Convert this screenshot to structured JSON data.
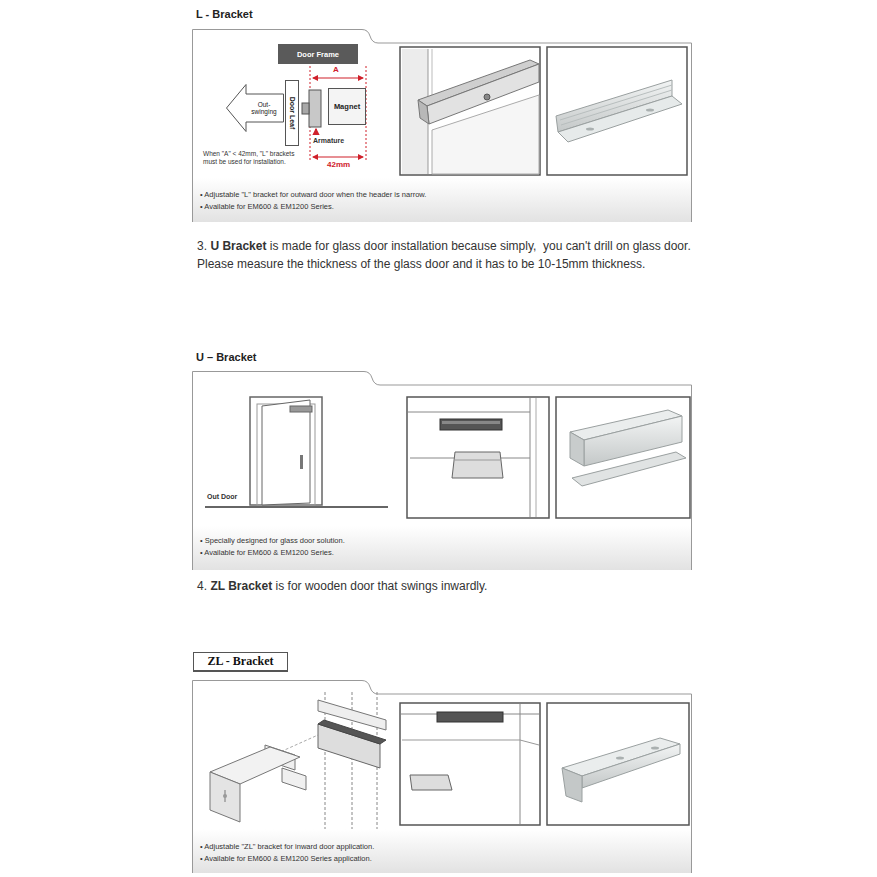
{
  "diagram": {
    "nodes": [
      {
        "text": [
          "L - Bracket",
          "• Adjustable \"L\" bracket for outward door when the header is narrow.",
          "• Available for EM600 & EM1200 Series."
        ]
      },
      {
        "text": [
          "Door Frame"
        ],
        "in": 0
      },
      {
        "text": [
          "Out- swinging"
        ],
        "in": 0
      },
      {
        "text": [
          "Door Leaf"
        ],
        "in": 0
      },
      {
        "text": [
          "Magnet"
        ],
        "in": 0
      },
      {
        "text": [
          "U – Bracket",
          "• Specially designed for glass door solution.",
          "• Available for EM600 & EM1200 Series."
        ]
      },
      {
        "text": [
          "ZL - Bracket"
        ]
      },
      {
        "text": [
          "• Adjustable \"ZL\" bracket for inward door application.",
          "• Available for EM600 & EM1200 Series application."
        ]
      }
    ],
    "labels": [
      "A",
      "Armature",
      "When \"A\" < 42mm, \"L\" brackets must be used for installation.",
      "42mm",
      "3.",
      "U Bracket",
      "is made for glass door installation because simply,  you can't drill on glass door. Please measure the thickness of the glass door and it has to be 10-15mm thickness.",
      "Out Door",
      "4.",
      "ZL Bracket",
      "is for wooden door that swings inwardly."
    ]
  }
}
